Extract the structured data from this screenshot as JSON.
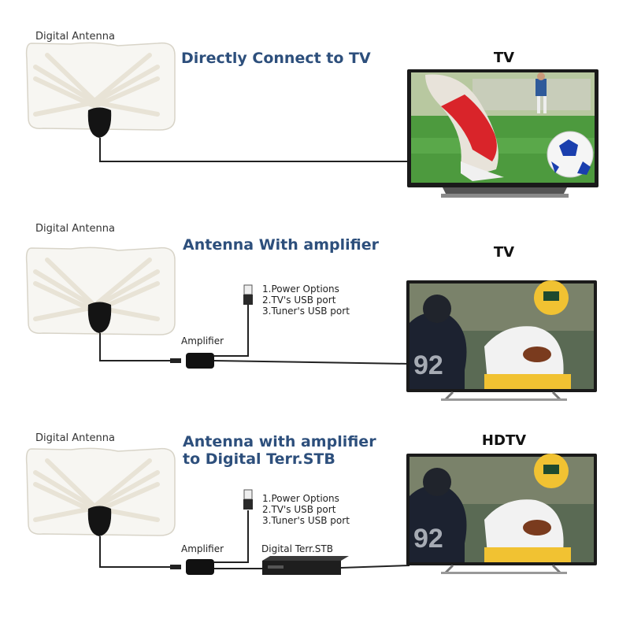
{
  "colors": {
    "heading": "#2d4f7c",
    "cable": "#222222",
    "antenna": "#f7f6f2",
    "screen_bezel": "#1a1a1a"
  },
  "sections": [
    {
      "antenna_label": "Digital Antenna",
      "heading": "Directly Connect to TV",
      "tv_title": "TV",
      "screen": "soccer-kick"
    },
    {
      "antenna_label": "Digital Antenna",
      "heading": "Antenna With amplifier",
      "tv_title": "TV",
      "amplifier_label": "Amplifier",
      "usb_options": [
        "1.Power Options",
        "2.TV's USB port",
        "3.Tuner's USB port"
      ],
      "screen": "football-players"
    },
    {
      "antenna_label": "Digital Antenna",
      "heading_line1": "Antenna with amplifier",
      "heading_line2": "to Digital Terr.STB",
      "tv_title": "HDTV",
      "amplifier_label": "Amplifier",
      "stb_label": "Digital Terr.STB",
      "usb_options": [
        "1.Power Options",
        "2.TV's USB port",
        "3.Tuner's USB port"
      ],
      "screen": "football-players"
    }
  ]
}
